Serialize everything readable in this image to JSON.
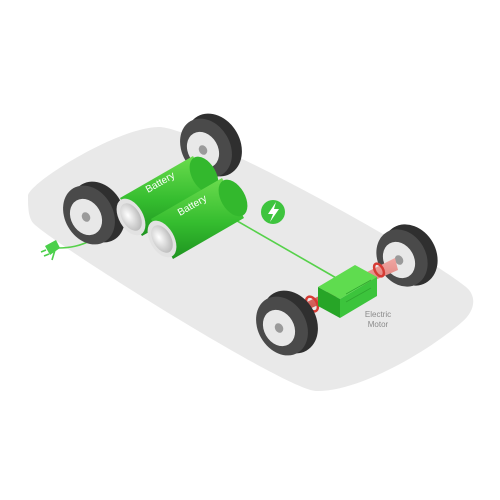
{
  "diagram": {
    "battery_label_1": "Battery",
    "battery_label_2": "Battery",
    "motor_label_line1": "Electric",
    "motor_label_line2": "Motor",
    "icons": [
      "plug-icon",
      "lightning-icon"
    ]
  },
  "colors": {
    "chassis": "#e9e9e9",
    "battery_green": "#3ec43e",
    "battery_dark": "#239a23",
    "cap_silver": "#d9d9d9",
    "tire": "#3a3a3a",
    "rim": "#e6e6e6",
    "motor_green": "#35c135",
    "axle_red": "#e0574f",
    "wire": "#4fd14f"
  }
}
